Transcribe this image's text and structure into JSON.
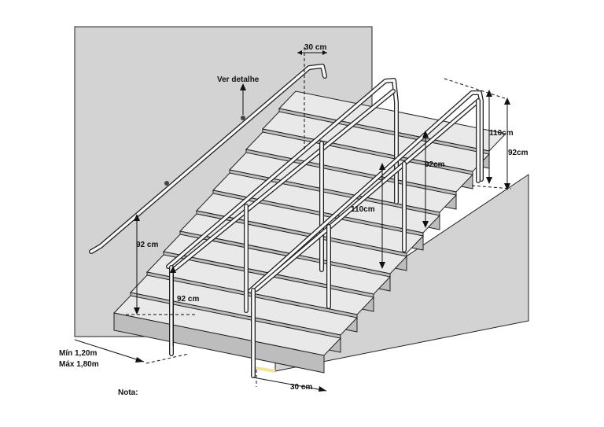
{
  "labels": {
    "top_width": "30 cm",
    "detail": "Ver detalhe",
    "wall_rail_height": "92 cm",
    "left_post_height": "92 cm",
    "mid_rail_tall": "110cm",
    "mid_rail_low": "92cm",
    "right_tall": "110cm",
    "right_low": "92cm",
    "width_min": "Mín 1,20m",
    "width_max": "Máx 1,80m",
    "bottom_extension": "30 cm",
    "note_partial": "Nota:"
  },
  "colors": {
    "wall": "#d3d3d3",
    "tread": "#e9e9e9",
    "riser": "#bdbdbd",
    "rail_highlight": "#f2e29a"
  }
}
